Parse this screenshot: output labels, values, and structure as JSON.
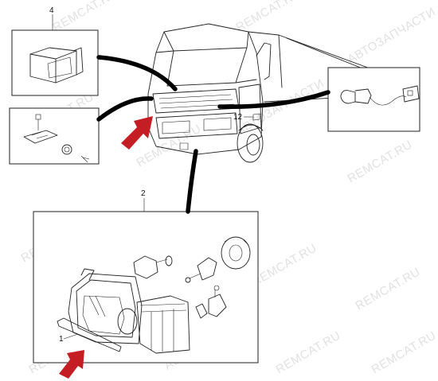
{
  "callouts": {
    "detail_top_left": "4",
    "headlamp_assembly": "2",
    "headlamp_seal": "1",
    "side_marker": "12"
  },
  "watermarks": {
    "latin": "REMCAT.RU",
    "cyrillic": "АВТОЗАПЧАСТИ"
  },
  "colors": {
    "arrow": "#c41e24",
    "line": "#222222",
    "leader": "#000000",
    "watermark": "#c9c9c9"
  }
}
